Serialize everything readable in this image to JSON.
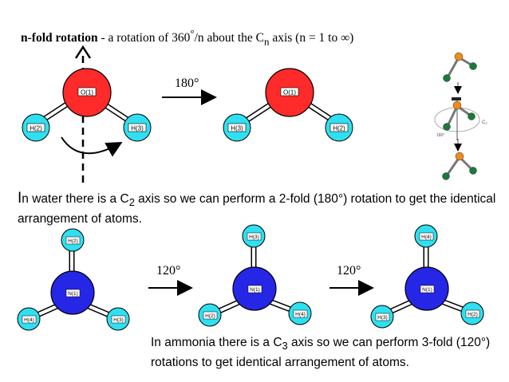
{
  "title": {
    "term": "n-fold rotation",
    "text_a": " - a rotation of 360",
    "degree": "°",
    "text_b": "/n about the C",
    "sub": "n",
    "text_c": " axis (n = 1 to ∞)"
  },
  "water": {
    "angle": "180°",
    "before": {
      "center": "O(1)",
      "left": "H(2)",
      "right": "H(3)"
    },
    "after": {
      "center": "O(1)",
      "left": "H(3)",
      "right": "H(2)"
    }
  },
  "para_water": {
    "first": "I",
    "a": "n water there is a C",
    "sub": "2",
    "b": " axis so we can perform a 2-fold (180°) rotation to get the identical arrangement of atoms."
  },
  "ammonia": {
    "angle1": "120°",
    "angle2": "120°",
    "m1": {
      "center": "N(1)",
      "top": "H(2)",
      "left": "H(4)",
      "right": "H(3)"
    },
    "m2": {
      "center": "N(1)",
      "top": "H(3)",
      "left": "H(2)",
      "right": "H(4)"
    },
    "m3": {
      "center": "N(1)",
      "top": "H(4)",
      "left": "H(3)",
      "right": "H(2)"
    }
  },
  "para_ammonia": {
    "a": "In ammonia there is a C",
    "sub": "3",
    "b": " axis so we can perform 3-fold (120°) rotations to get identical arrangement of atoms."
  },
  "inset": {
    "axis_label": "C₂",
    "angle_label": "180°"
  },
  "colors": {
    "oxygen": "#ff2a2a",
    "hydrogen": "#2fe0f0",
    "nitrogen": "#2626e6",
    "dark_atom": "#1a7a3a",
    "orange_atom": "#f08a1c"
  }
}
